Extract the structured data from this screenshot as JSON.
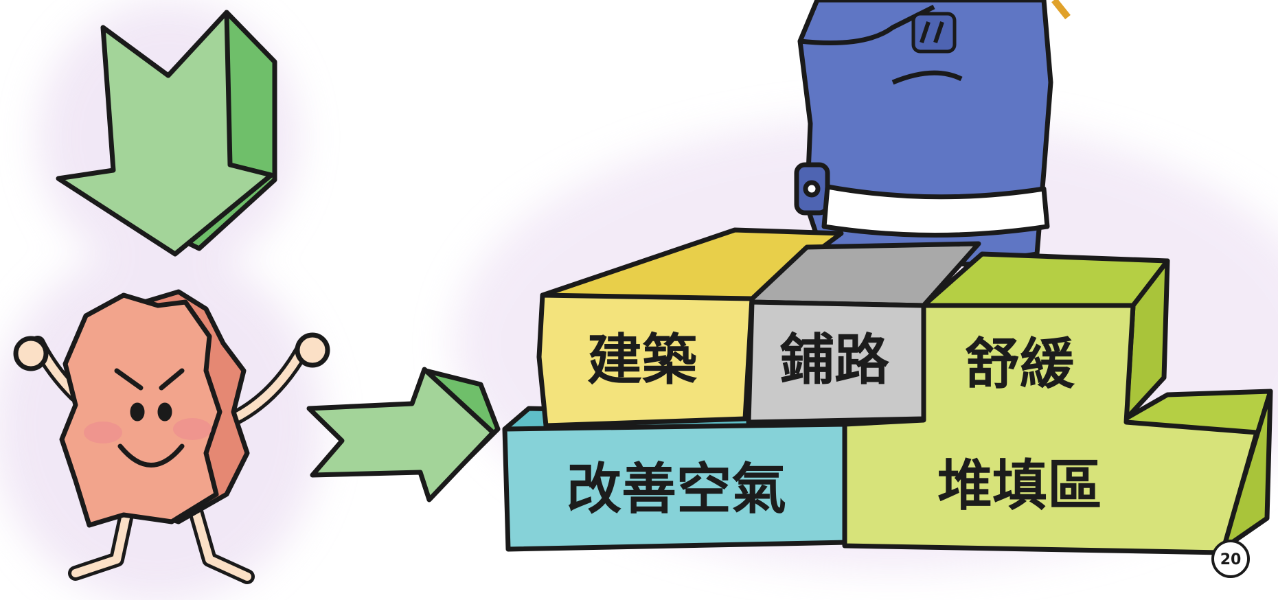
{
  "blocks": {
    "building": "建築",
    "paving": "鋪路",
    "relief": "舒緩",
    "air": "改善空氣",
    "landfill": "堆填區"
  },
  "page_number": "20",
  "colors": {
    "arrow_green": "#a3d499",
    "arrow_green_dark": "#6fbf6a",
    "yellow_block": "#f3e37c",
    "gray_block": "#c9c9c9",
    "cyan_block": "#86d2d8",
    "lime_block": "#d7e37a",
    "lime_dark": "#a9c43a",
    "mascot_body": "#f2a48c",
    "robot_blue": "#5f76c4",
    "outline": "#1a1a1a"
  }
}
